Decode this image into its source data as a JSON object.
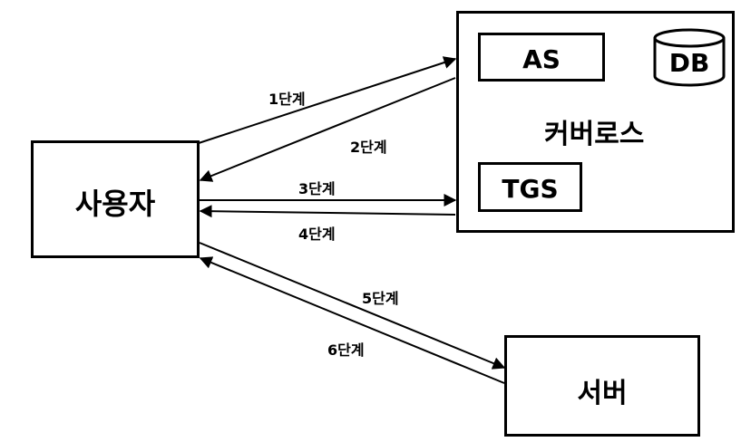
{
  "nodes": {
    "user": {
      "label": "사용자"
    },
    "kerberos": {
      "label": "커버로스"
    },
    "as": {
      "label": "AS"
    },
    "tgs": {
      "label": "TGS"
    },
    "db": {
      "label": "DB"
    },
    "server": {
      "label": "서버"
    }
  },
  "steps": {
    "s1": "1단계",
    "s2": "2단계",
    "s3": "3단계",
    "s4": "4단계",
    "s5": "5단계",
    "s6": "6단계"
  },
  "colors": {
    "line": "#000000",
    "background": "#ffffff"
  }
}
